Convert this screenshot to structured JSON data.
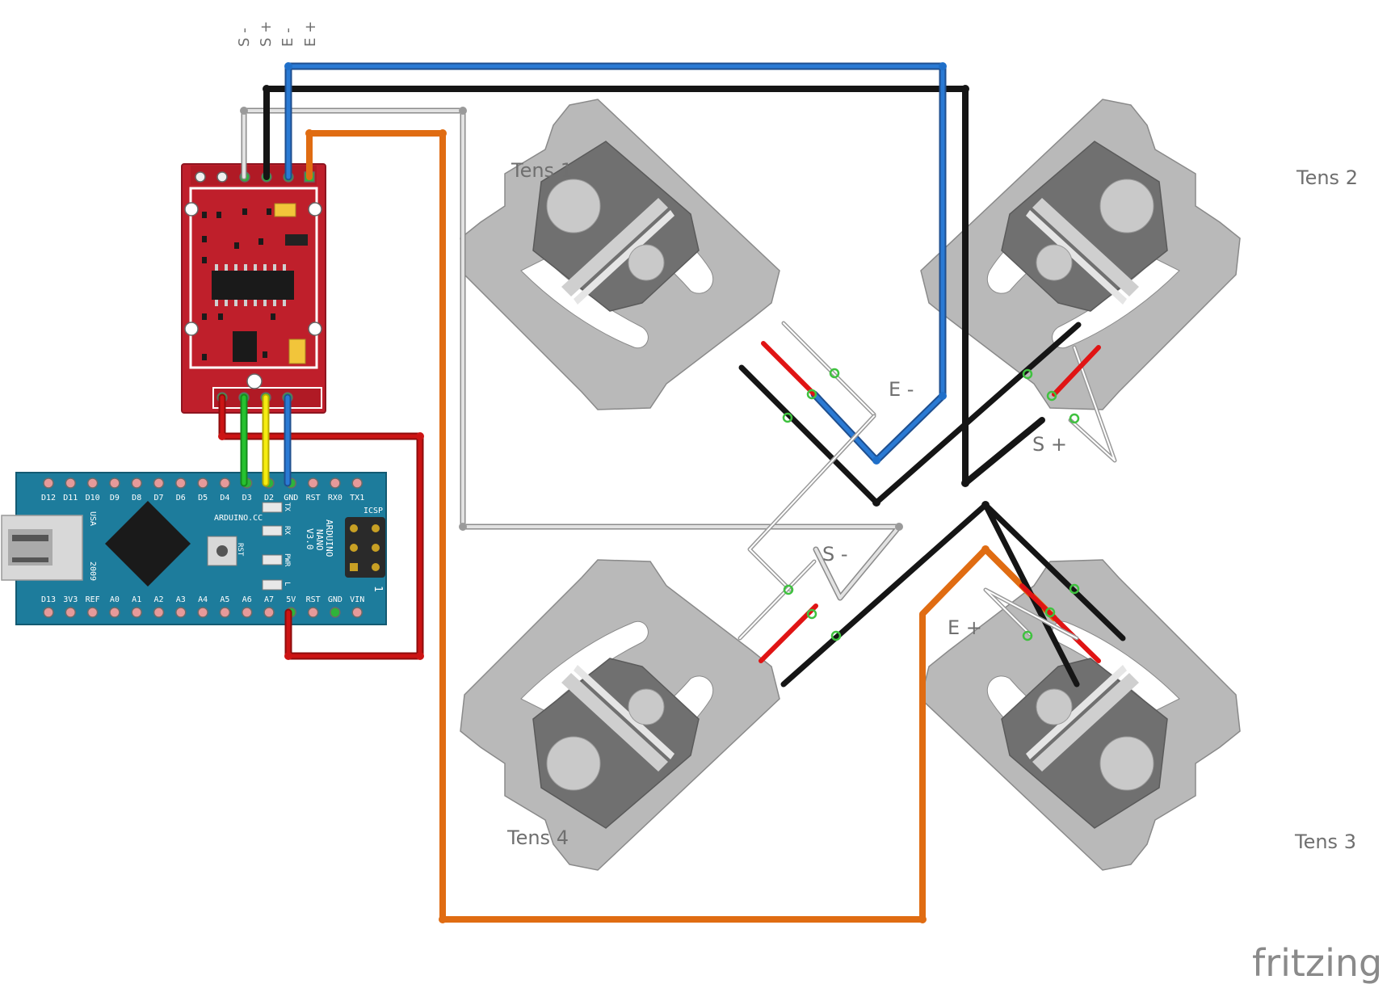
{
  "diagram": {
    "labels": {
      "tens1": "Tens 1",
      "tens2": "Tens 2",
      "tens3": "Tens 3",
      "tens4": "Tens 4",
      "e_minus": "E -",
      "s_plus": "S +",
      "s_minus": "S -",
      "e_plus": "E +"
    },
    "hx711_pins": [
      "S -",
      "S +",
      "E -",
      "E +"
    ],
    "arduino": {
      "top_pins": [
        "D12",
        "D11",
        "D10",
        "D9",
        "D8",
        "D7",
        "D6",
        "D5",
        "D4",
        "D3",
        "D2",
        "GND",
        "RST",
        "RX0",
        "TX1"
      ],
      "bottom_pins": [
        "D13",
        "3V3",
        "REF",
        "A0",
        "A1",
        "A2",
        "A3",
        "A4",
        "A5",
        "A6",
        "A7",
        "5V",
        "RST",
        "GND",
        "VIN"
      ],
      "silk": {
        "brand": "ARDUINO.CC",
        "usa": "USA",
        "year": "2009",
        "name1": "ARDUINO",
        "name2": "NANO",
        "name3": "V3.0",
        "icsp": "ICSP",
        "rst": "RST",
        "tx": "TX",
        "rx": "RX",
        "pwr": "PWR",
        "l": "L",
        "one": "1"
      }
    },
    "watermark": "fritzing",
    "colors": {
      "blue": "#1f6fc9",
      "black": "#151515",
      "white_wire": "#d2d2d2",
      "orange": "#e06c12",
      "red": "#c81414",
      "green": "#27b52d",
      "yellow": "#f2e600",
      "hx711_board": "#bf1f2b",
      "arduino_board": "#1d7c9c",
      "loadcell": "#b9b9b9"
    }
  }
}
